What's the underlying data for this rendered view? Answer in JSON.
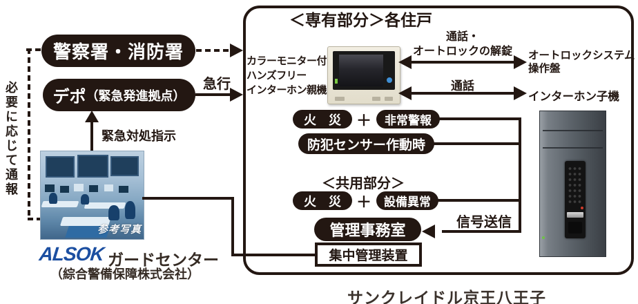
{
  "colors": {
    "ink": "#231712",
    "alsok_blue": "#1c4fa1",
    "photo_tint": "#5d86a8",
    "pill_text": "#ffffff"
  },
  "left_side": {
    "vertical_note": "必要に応じて通報",
    "police_fire_label": "警察署・消防署",
    "depot_name": "デポ",
    "depot_paren": "（緊急発進拠点）",
    "rush_label": "急行",
    "instruction_label": "緊急対処指示",
    "photo_watermark": "参考写真",
    "alsok_logo": "ALSOK",
    "guard_center_label": "ガードセンター",
    "company_label": "（綜合警備保障株式会社）"
  },
  "unit_box": {
    "title": "＜専有部分＞各住戸",
    "intercom_master": {
      "lines": [
        "カラーモニター付",
        "ハンズフリー",
        "インターホン親機"
      ]
    },
    "talk_unlock": {
      "line1": "通話・",
      "line2": "オートロックの解錠"
    },
    "autolock_panel": {
      "line1": "オートロックシステム",
      "line2": "操作盤"
    },
    "talk_label": "通話",
    "slave_unit_label": "インターホン子機",
    "private_alerts": {
      "fire": "火　災",
      "plus": "＋",
      "alarm": "非常警報",
      "sensor": "防犯センサー作動時"
    },
    "common_header": "＜共用部分＞",
    "common_alerts": {
      "fire": "火　災",
      "plus": "＋",
      "abnormal": "設備異常"
    },
    "signal_label": "信号送信",
    "management_office": "管理事務室",
    "central_device": "集中管理装置"
  },
  "caption": "サンクレイドル京王八王子"
}
